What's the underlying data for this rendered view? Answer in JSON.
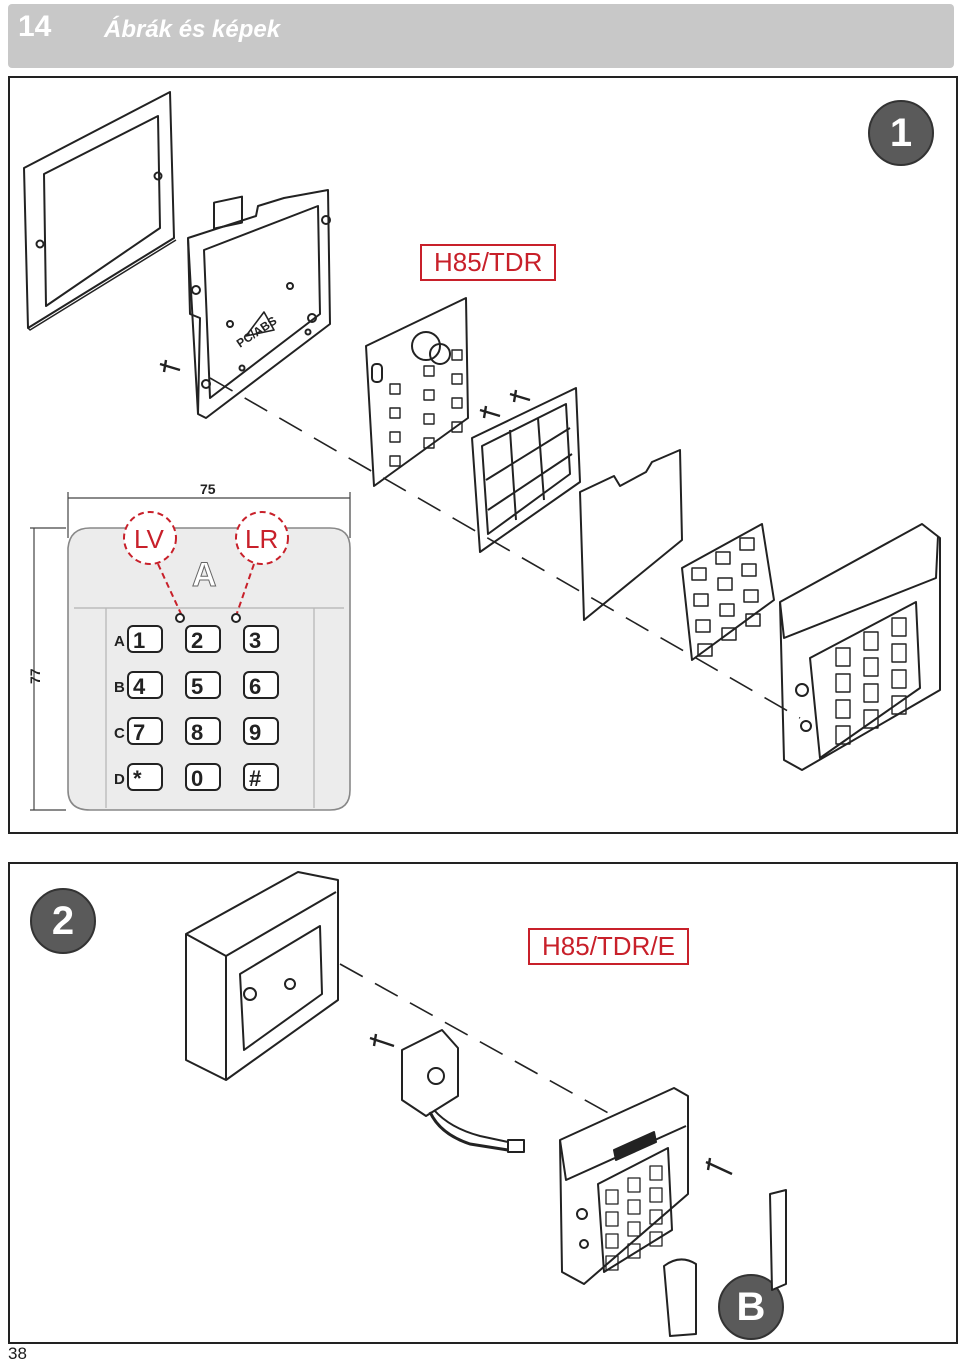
{
  "header": {
    "section_number": "14",
    "title": "Ábrák és képek"
  },
  "figure1": {
    "number": "1",
    "model": "H85/TDR",
    "material_mark": "PC/ABS",
    "dimension_width": "75",
    "dimension_height": "77",
    "led_left": "LV",
    "led_right": "LR",
    "detail_label": "A",
    "rows": [
      {
        "label": "A",
        "keys": [
          "1",
          "2",
          "3"
        ]
      },
      {
        "label": "B",
        "keys": [
          "4",
          "5",
          "6"
        ]
      },
      {
        "label": "C",
        "keys": [
          "7",
          "8",
          "9"
        ]
      },
      {
        "label": "D",
        "keys": [
          "*",
          "0",
          "#"
        ]
      }
    ]
  },
  "figure2": {
    "number": "2",
    "model": "H85/TDR/E",
    "detail_label": "B"
  },
  "page_number": "38"
}
